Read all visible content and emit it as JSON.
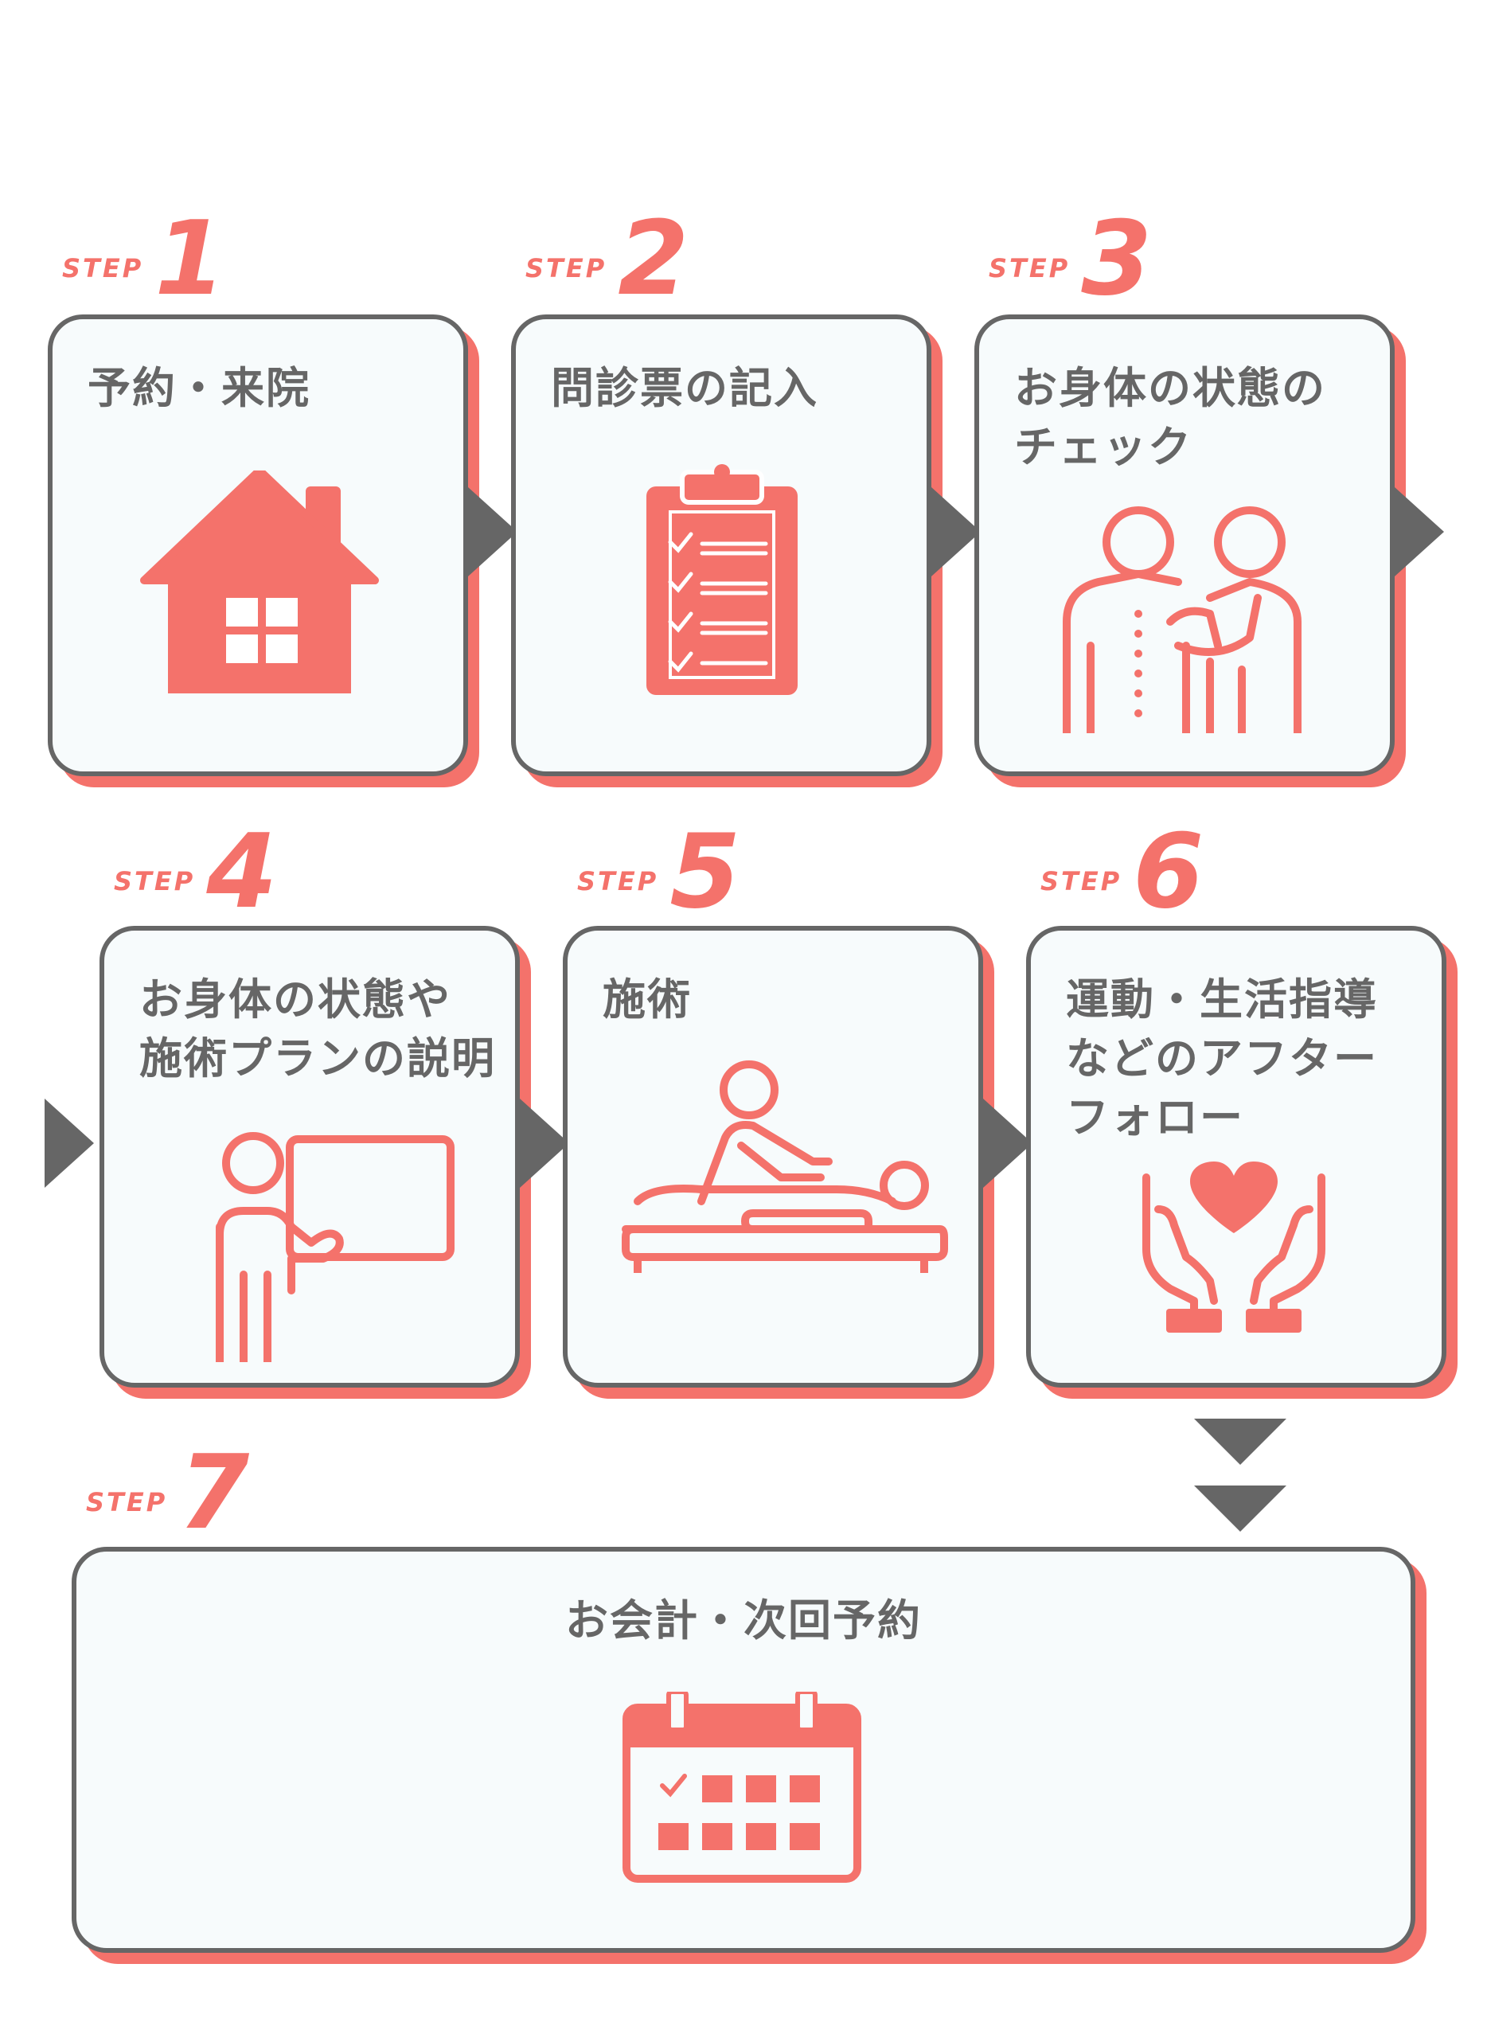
{
  "step_word": "STEP",
  "steps": [
    {
      "number": "1",
      "title": "予約・来院",
      "icon": "house-icon"
    },
    {
      "number": "2",
      "title": "問診票の記入",
      "icon": "clipboard-checklist-icon"
    },
    {
      "number": "3",
      "title": "お身体の状態の\nチェック",
      "icon": "body-check-icon"
    },
    {
      "number": "4",
      "title": "お身体の状態や\n施術プランの説明",
      "icon": "presenter-board-icon"
    },
    {
      "number": "5",
      "title": "施術",
      "icon": "massage-treatment-icon"
    },
    {
      "number": "6",
      "title": "運動・生活指導\nなどのアフター\nフォロー",
      "icon": "heart-hands-icon"
    },
    {
      "number": "7",
      "title": "お会計・次回予約",
      "icon": "calendar-icon"
    }
  ],
  "colors": {
    "accent": "#f4726b",
    "border": "#666666",
    "card_bg": "#f7fbfc"
  }
}
